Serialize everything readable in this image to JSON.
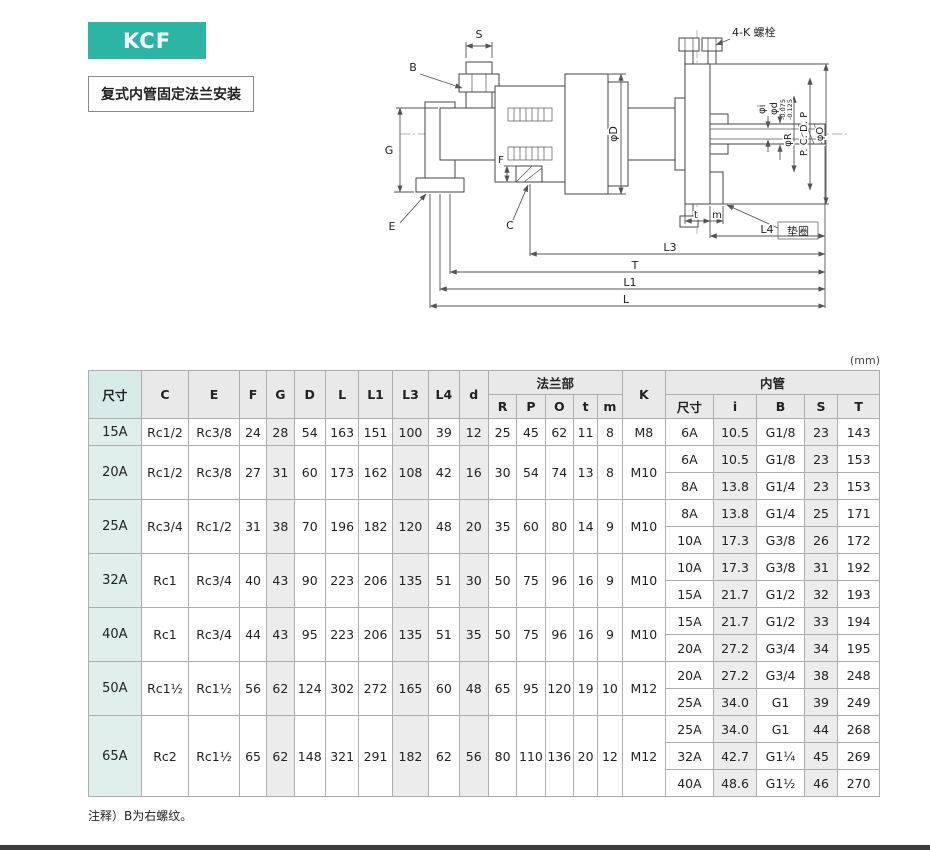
{
  "page": {
    "badge": "KCF",
    "subtitle": "复式内管固定法兰安装",
    "unit": "(mm)",
    "note": "注释）B为右螺纹。",
    "accent_color": "#2ab5a5"
  },
  "diagram": {
    "labels": {
      "s": "S",
      "b": "B",
      "bolt": "4-K 螺栓",
      "g": "G",
      "e": "E",
      "c": "C",
      "f": "F",
      "phiD": "φD",
      "phiI": "φi",
      "phiSmallD": "φd",
      "phiR": "φR",
      "tol1": "-0.075",
      "tol2": "-0.125",
      "pcd": "P. C. D. P",
      "phiO": "φO",
      "washer": "垫圈",
      "t": "t",
      "m": "m",
      "l4": "L4",
      "l3": "L3",
      "T": "T",
      "l1": "L1",
      "l": "L"
    }
  },
  "table": {
    "headers": {
      "size": "尺寸",
      "C": "C",
      "E": "E",
      "F": "F",
      "G": "G",
      "D": "D",
      "L": "L",
      "L1": "L1",
      "L3": "L3",
      "L4": "L4",
      "d": "d",
      "flange_group": "法兰部",
      "R": "R",
      "P": "P",
      "O": "O",
      "t": "t",
      "m": "m",
      "K": "K",
      "inner_group": "内管",
      "inner_size": "尺寸",
      "i": "i",
      "B": "B",
      "S": "S",
      "T": "T"
    },
    "rows": [
      {
        "size": "15A",
        "C": "Rc1/2",
        "E": "Rc3/8",
        "F": "24",
        "G": "28",
        "D": "54",
        "L": "163",
        "L1": "151",
        "L3": "100",
        "L4": "39",
        "d": "12",
        "R": "25",
        "P": "45",
        "O": "62",
        "t": "11",
        "m": "8",
        "K": "M8",
        "inner": [
          {
            "size": "6A",
            "i": "10.5",
            "B": "G1/8",
            "S": "23",
            "T": "143"
          }
        ]
      },
      {
        "size": "20A",
        "C": "Rc1/2",
        "E": "Rc3/8",
        "F": "27",
        "G": "31",
        "D": "60",
        "L": "173",
        "L1": "162",
        "L3": "108",
        "L4": "42",
        "d": "16",
        "R": "30",
        "P": "54",
        "O": "74",
        "t": "13",
        "m": "8",
        "K": "M10",
        "inner": [
          {
            "size": "6A",
            "i": "10.5",
            "B": "G1/8",
            "S": "23",
            "T": "153"
          },
          {
            "size": "8A",
            "i": "13.8",
            "B": "G1/4",
            "S": "23",
            "T": "153"
          }
        ]
      },
      {
        "size": "25A",
        "C": "Rc3/4",
        "E": "Rc1/2",
        "F": "31",
        "G": "38",
        "D": "70",
        "L": "196",
        "L1": "182",
        "L3": "120",
        "L4": "48",
        "d": "20",
        "R": "35",
        "P": "60",
        "O": "80",
        "t": "14",
        "m": "9",
        "K": "M10",
        "inner": [
          {
            "size": "8A",
            "i": "13.8",
            "B": "G1/4",
            "S": "25",
            "T": "171"
          },
          {
            "size": "10A",
            "i": "17.3",
            "B": "G3/8",
            "S": "26",
            "T": "172"
          }
        ]
      },
      {
        "size": "32A",
        "C": "Rc1",
        "E": "Rc3/4",
        "F": "40",
        "G": "43",
        "D": "90",
        "L": "223",
        "L1": "206",
        "L3": "135",
        "L4": "51",
        "d": "30",
        "R": "50",
        "P": "75",
        "O": "96",
        "t": "16",
        "m": "9",
        "K": "M10",
        "inner": [
          {
            "size": "10A",
            "i": "17.3",
            "B": "G3/8",
            "S": "31",
            "T": "192"
          },
          {
            "size": "15A",
            "i": "21.7",
            "B": "G1/2",
            "S": "32",
            "T": "193"
          }
        ]
      },
      {
        "size": "40A",
        "C": "Rc1",
        "E": "Rc3/4",
        "F": "44",
        "G": "43",
        "D": "95",
        "L": "223",
        "L1": "206",
        "L3": "135",
        "L4": "51",
        "d": "35",
        "R": "50",
        "P": "75",
        "O": "96",
        "t": "16",
        "m": "9",
        "K": "M10",
        "inner": [
          {
            "size": "15A",
            "i": "21.7",
            "B": "G1/2",
            "S": "33",
            "T": "194"
          },
          {
            "size": "20A",
            "i": "27.2",
            "B": "G3/4",
            "S": "34",
            "T": "195"
          }
        ]
      },
      {
        "size": "50A",
        "C": "Rc1½",
        "E": "Rc1½",
        "F": "56",
        "G": "62",
        "D": "124",
        "L": "302",
        "L1": "272",
        "L3": "165",
        "L4": "60",
        "d": "48",
        "R": "65",
        "P": "95",
        "O": "120",
        "t": "19",
        "m": "10",
        "K": "M12",
        "inner": [
          {
            "size": "20A",
            "i": "27.2",
            "B": "G3/4",
            "S": "38",
            "T": "248"
          },
          {
            "size": "25A",
            "i": "34.0",
            "B": "G1",
            "S": "39",
            "T": "249"
          }
        ]
      },
      {
        "size": "65A",
        "C": "Rc2",
        "E": "Rc1½",
        "F": "65",
        "G": "62",
        "D": "148",
        "L": "321",
        "L1": "291",
        "L3": "182",
        "L4": "62",
        "d": "56",
        "R": "80",
        "P": "110",
        "O": "136",
        "t": "20",
        "m": "12",
        "K": "M12",
        "inner": [
          {
            "size": "25A",
            "i": "34.0",
            "B": "G1",
            "S": "44",
            "T": "268"
          },
          {
            "size": "32A",
            "i": "42.7",
            "B": "G1¼",
            "S": "45",
            "T": "269"
          },
          {
            "size": "40A",
            "i": "48.6",
            "B": "G1½",
            "S": "46",
            "T": "270"
          }
        ]
      }
    ]
  }
}
